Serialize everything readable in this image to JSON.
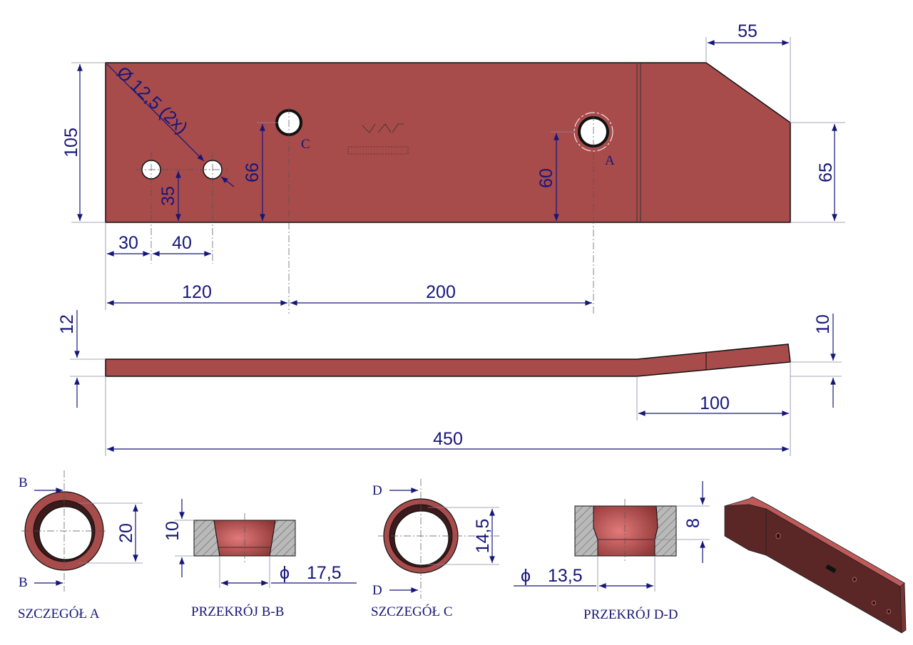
{
  "title": "Technical drawing of plate part",
  "colors": {
    "body": "#a84b4b",
    "dimension": "#16167a"
  },
  "top_view": {
    "dims": {
      "height": "105",
      "chamfer_width": "55",
      "end_height": "65",
      "hole_c_height": "66",
      "hole_small_height": "35",
      "hole_a_height": "60",
      "first_hole_x": "30",
      "hole_spacing": "40",
      "hole_c_x": "120",
      "hole_a_x": "200",
      "hole_diameter": "Ø 12,5 (2x)"
    },
    "hole_labels": {
      "c": "C",
      "a": "A"
    }
  },
  "side_view": {
    "dims": {
      "thickness": "12",
      "end_thickness": "10",
      "taper_length": "100",
      "total_length": "450"
    }
  },
  "details": {
    "detail_a": {
      "label": "SZCZEGÓŁ A",
      "section_mark": "B",
      "dim": "20"
    },
    "section_bb": {
      "label": "PRZEKRÓJ B-B",
      "depth": "10",
      "diameter": "17,5",
      "dia_symbol": "ϕ"
    },
    "detail_c": {
      "label": "SZCZEGÓŁ C",
      "section_mark": "D",
      "dim": "14,5"
    },
    "section_dd": {
      "label": "PRZEKRÓJ D-D",
      "depth": "8",
      "diameter": "13,5",
      "dia_symbol": "ϕ"
    }
  }
}
